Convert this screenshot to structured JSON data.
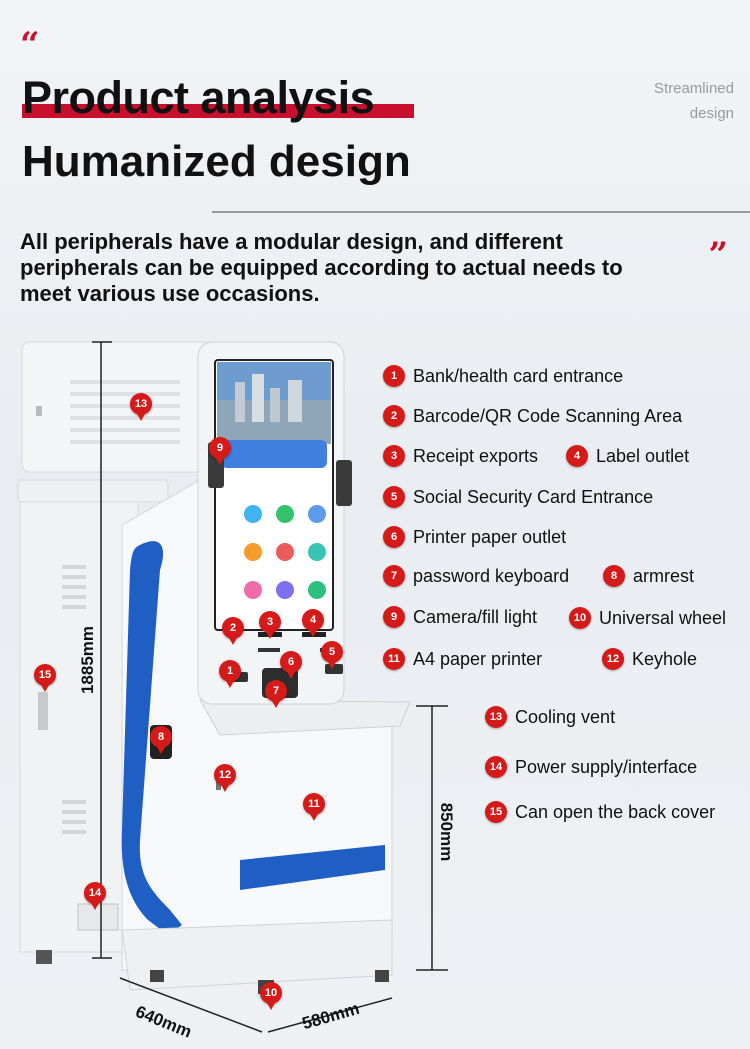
{
  "header": {
    "open_quote": "“",
    "close_quote": "”",
    "title_line1": "Product analysis",
    "title_line2": "Humanized design",
    "side_note_line1": "Streamlined",
    "side_note_line2": "design",
    "intro": "All peripherals have a modular design, and different peripherals can be equipped according to actual needs to meet various use occasions."
  },
  "features": [
    {
      "num": "1",
      "label": "Bank/health card entrance"
    },
    {
      "num": "2",
      "label": "Barcode/QR Code Scanning Area"
    },
    {
      "num": "3",
      "label": "Receipt exports"
    },
    {
      "num": "4",
      "label": "Label outlet"
    },
    {
      "num": "5",
      "label": "Social Security Card Entrance"
    },
    {
      "num": "6",
      "label": "Printer paper outlet"
    },
    {
      "num": "7",
      "label": "password keyboard"
    },
    {
      "num": "8",
      "label": "armrest"
    },
    {
      "num": "9",
      "label": "Camera/fill light"
    },
    {
      "num": "10",
      "label": "Universal wheel"
    },
    {
      "num": "11",
      "label": "A4 paper printer"
    },
    {
      "num": "12",
      "label": "Keyhole"
    },
    {
      "num": "13",
      "label": "Cooling vent"
    },
    {
      "num": "14",
      "label": "Power supply/interface"
    },
    {
      "num": "15",
      "label": "Can open the back cover"
    }
  ],
  "dimensions": {
    "height_total": "1885mm",
    "height_desk": "850mm",
    "depth": "640mm",
    "width": "580mm"
  },
  "colors": {
    "accent_red": "#d51a1a",
    "kiosk_blue": "#1f5fc4",
    "kiosk_white": "#f7f8f9"
  }
}
